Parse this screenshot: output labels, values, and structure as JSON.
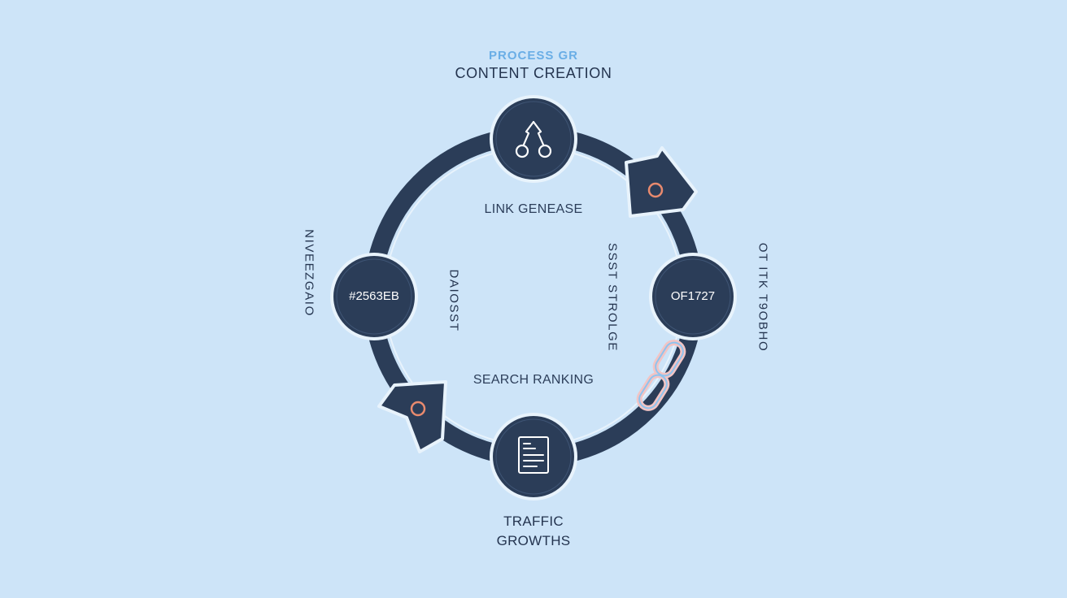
{
  "diagram": {
    "eyebrow": "PROCESS GR",
    "title": "CONTENT CREATION",
    "inner_top_label": "LINK GENEASE",
    "inner_bottom_label": "SEARCH RANKING",
    "inner_left_vertical": "DAIOSST",
    "inner_right_vertical": "SSST STROLGE",
    "outer_left_vertical": "NIVEEZGAIO",
    "outer_right_vertical": "OT ITK T9OBHO",
    "node_left_label": "#2563EB",
    "node_right_label": "OF1727",
    "footer_line1": "TRAFFIC",
    "footer_line2": "GROWTHS",
    "icons": {
      "top_node": "link-hooks-icon",
      "bottom_node": "document-icon",
      "top_right_arrow": "arrow-cursor-icon",
      "bottom_left_arrow": "arrow-cursor-icon",
      "right_link": "chain-link-icon"
    },
    "colors": {
      "background": "#cde4f8",
      "ring": "#2b3d58",
      "node_fill": "#2b3d58",
      "accent_orange": "#e88a6e",
      "accent_blue": "#6aaee6",
      "link_pink": "#f2c4c4"
    }
  }
}
